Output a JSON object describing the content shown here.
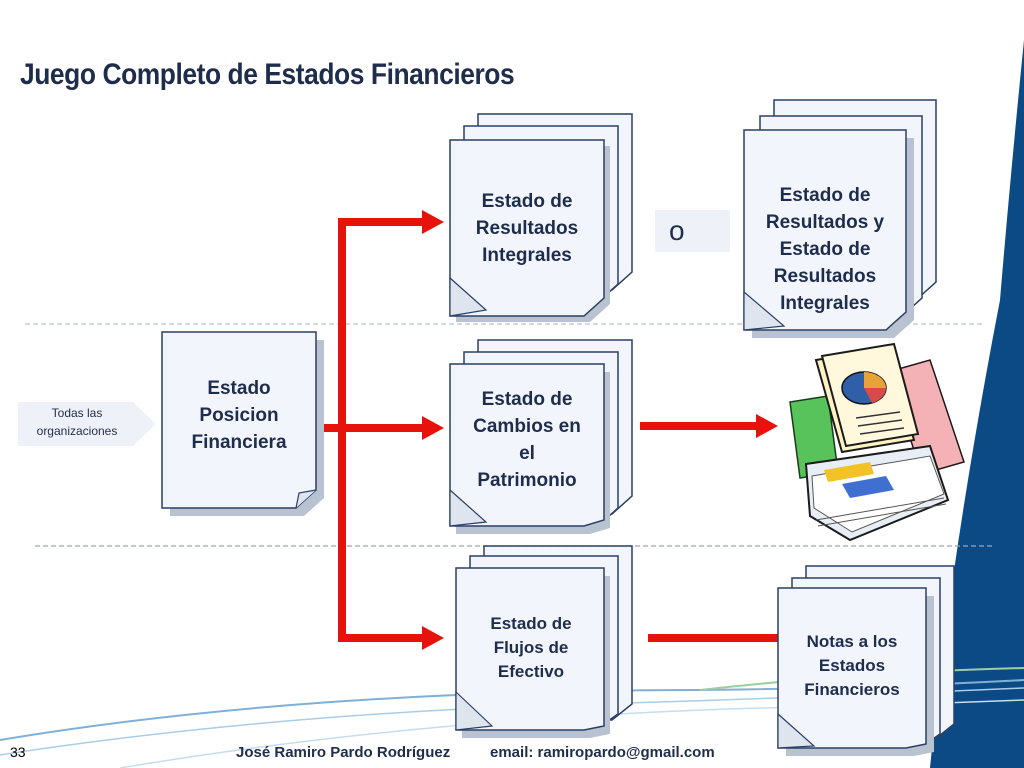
{
  "slide": {
    "title": "Juego Completo de Estados Financieros",
    "page_number": "33",
    "author": "José Ramiro Pardo Rodríguez",
    "email": "email: ramiropardo@gmail.com"
  },
  "callout": {
    "line1": "Todas las",
    "line2": "organizaciones"
  },
  "documents": {
    "posicion": "Estado Posicion Financiera",
    "resultados": "Estado de Resultados Integrales",
    "resultados_alt": "Estado de Resultados y Estado de Resultados Integrales",
    "cambios": "Estado de Cambios en el Patrimonio",
    "flujos": "Estado de Flujos de Efectivo",
    "notas": "Notas a los Estados Financieros"
  },
  "or_label": "o",
  "colors": {
    "arrow": "#e8120c",
    "navy": "#1f2d4d",
    "doc_fill": "#f2f5fb",
    "accent_blue": "#0c4a86"
  },
  "icons": {
    "reports": "reports-clipart-icon"
  }
}
